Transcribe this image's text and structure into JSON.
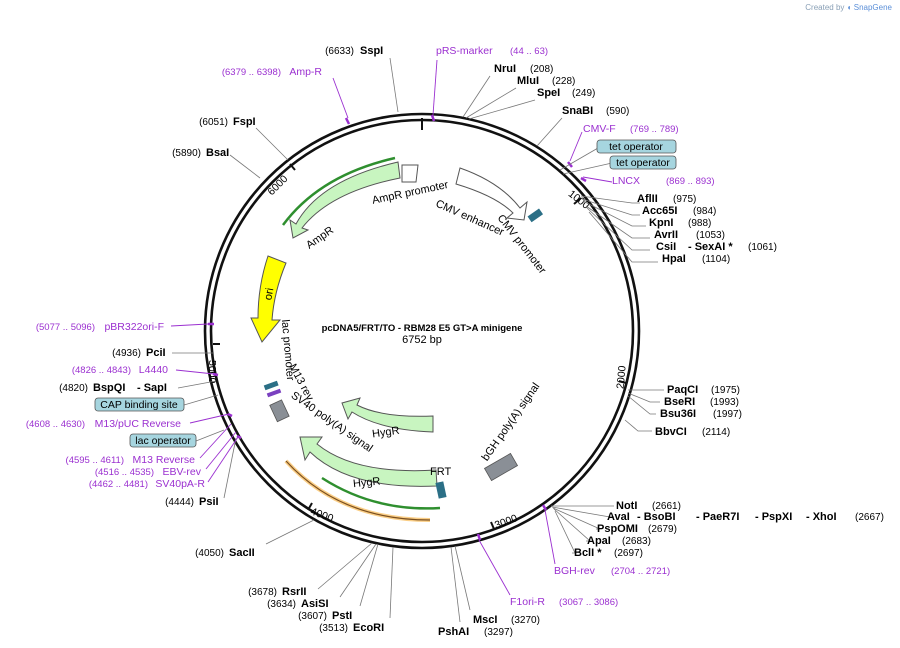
{
  "credit": {
    "prefix": "Created by",
    "brand": "SnapGene"
  },
  "plasmid": {
    "name": "pcDNA5/FRT/TO - RBM28 E5 GT>A minigene",
    "length_label": "6752 bp",
    "length": 6752
  },
  "ticks": [
    "1000",
    "2000",
    "3000",
    "4000",
    "5000",
    "6000"
  ],
  "enzymes": [
    {
      "name": "SspI",
      "pos": "(6633)"
    },
    {
      "name": "NruI",
      "pos": "(208)"
    },
    {
      "name": "MluI",
      "pos": "(228)"
    },
    {
      "name": "SpeI",
      "pos": "(249)"
    },
    {
      "name": "SnaBI",
      "pos": "(590)"
    },
    {
      "name": "AflII",
      "pos": "(975)"
    },
    {
      "name": "Acc65I",
      "pos": "(984)"
    },
    {
      "name": "KpnI",
      "pos": "(988)"
    },
    {
      "name": "AvrII",
      "pos": "(1053)"
    },
    {
      "name": "CsiI",
      "pos": ""
    },
    {
      "name": "- SexAI *",
      "pos": "(1061)"
    },
    {
      "name": "HpaI",
      "pos": "(1104)"
    },
    {
      "name": "PaqCI",
      "pos": "(1975)"
    },
    {
      "name": "BseRI",
      "pos": "(1993)"
    },
    {
      "name": "Bsu36I",
      "pos": "(1997)"
    },
    {
      "name": "BbvCI",
      "pos": "(2114)"
    },
    {
      "name": "NotI",
      "pos": "(2661)"
    },
    {
      "name": "AvaI",
      "pos": ""
    },
    {
      "name": "- BsoBI",
      "pos": ""
    },
    {
      "name": "- PaeR7I",
      "pos": ""
    },
    {
      "name": "- PspXI",
      "pos": ""
    },
    {
      "name": "- XhoI",
      "pos": "(2667)"
    },
    {
      "name": "PspOMI",
      "pos": "(2679)"
    },
    {
      "name": "ApaI",
      "pos": "(2683)"
    },
    {
      "name": "BclI *",
      "pos": "(2697)"
    },
    {
      "name": "MscI",
      "pos": "(3270)"
    },
    {
      "name": "PshAI",
      "pos": "(3297)"
    },
    {
      "name": "EcoRI",
      "pos": "(3513)"
    },
    {
      "name": "PstI",
      "pos": "(3607)"
    },
    {
      "name": "AsiSI",
      "pos": "(3634)"
    },
    {
      "name": "RsrII",
      "pos": "(3678)"
    },
    {
      "name": "SacII",
      "pos": "(4050)"
    },
    {
      "name": "PsiI",
      "pos": "(4444)"
    },
    {
      "name": "BspQI",
      "pos": "(4820)"
    },
    {
      "name": "- SapI",
      "pos": ""
    },
    {
      "name": "PciI",
      "pos": "(4936)"
    },
    {
      "name": "BsaI",
      "pos": "(5890)"
    },
    {
      "name": "FspI",
      "pos": "(6051)"
    }
  ],
  "primers": [
    {
      "name": "pRS-marker",
      "pos": "(44 .. 63)"
    },
    {
      "name": "Amp-R",
      "pos": "(6379 .. 6398)"
    },
    {
      "name": "CMV-F",
      "pos": "(769 .. 789)"
    },
    {
      "name": "LNCX",
      "pos": "(869 .. 893)"
    },
    {
      "name": "BGH-rev",
      "pos": "(2704 .. 2721)"
    },
    {
      "name": "F1ori-R",
      "pos": "(3067 .. 3086)"
    },
    {
      "name": "SV40pA-R",
      "pos": "(4462 .. 4481)"
    },
    {
      "name": "EBV-rev",
      "pos": "(4516 .. 4535)"
    },
    {
      "name": "M13 Reverse",
      "pos": "(4595 .. 4611)"
    },
    {
      "name": "M13/pUC Reverse",
      "pos": "(4608 .. 4630)"
    },
    {
      "name": "L4440",
      "pos": "(4826 .. 4843)"
    },
    {
      "name": "pBR322ori-F",
      "pos": "(5077 .. 5096)"
    }
  ],
  "boxed_features": [
    "tet operator",
    "tet operator",
    "CAP binding site",
    "lac operator"
  ],
  "features": {
    "ampr_promoter": "AmpR promoter",
    "ampr": "AmpR",
    "cmv_enhancer": "CMV enhancer",
    "cmv_promoter": "CMV promoter",
    "ori": "ori",
    "lac_promoter": "lac promoter",
    "m13_rev": "M13 rev",
    "sv40_polya": "SV40 poly(A) signal",
    "hygr_inner": "HygR",
    "hygr_outer": "HygR",
    "bgh_polya": "bGH poly(A) signal",
    "frt": "FRT"
  },
  "colors": {
    "primer": "#9b30d0",
    "box_fill": "#a6d5df",
    "green_feature": "#c8f5c0",
    "ori": "#ffff00",
    "orange": "#f5a623",
    "backbone": "#111111"
  }
}
